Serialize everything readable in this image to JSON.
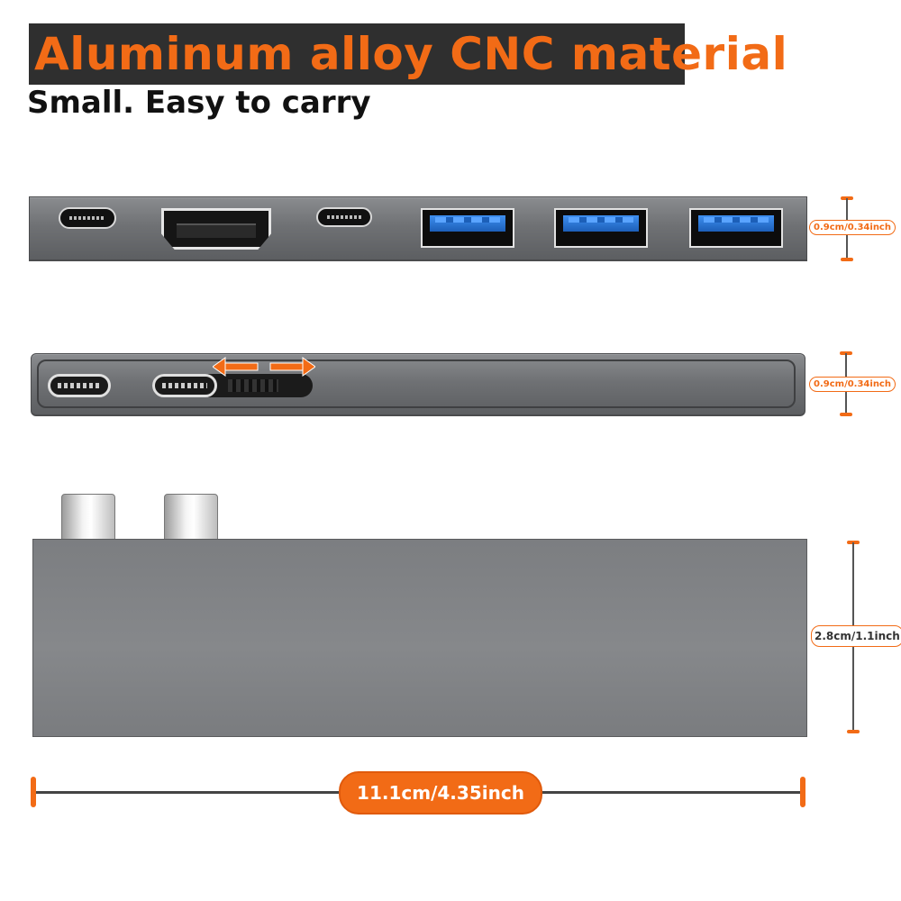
{
  "header": {
    "title": "Aluminum alloy CNC material",
    "subtitle": "Small. Easy to carry"
  },
  "dimensions": {
    "thickness_front": "0.9cm/0.34inch",
    "thickness_side": "0.9cm/0.34inch",
    "width": "2.8cm/1.1inch",
    "length": "11.1cm/4.35inch"
  },
  "colors": {
    "accent": "#f26b16",
    "title_bar": "#2f2f2f",
    "aluminum": "#75777a",
    "usb3_blue": "#2a78d8"
  },
  "front_ports": [
    "usb-c-icon",
    "hdmi-icon",
    "usb-c-icon",
    "usb-a-icon",
    "usb-a-icon",
    "usb-a-icon"
  ]
}
